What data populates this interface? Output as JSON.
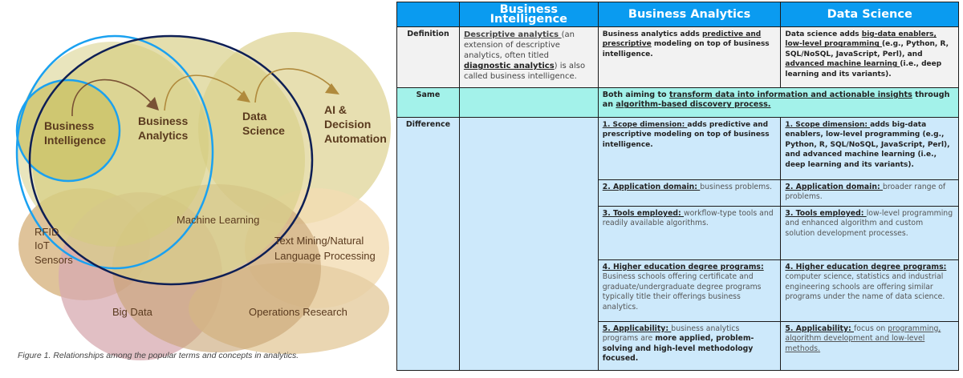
{
  "diagram": {
    "labels": {
      "business_intelligence": [
        "Business",
        "Intelligence"
      ],
      "business_analytics": [
        "Business",
        "Analytics"
      ],
      "data_science": [
        "Data",
        "Science"
      ],
      "ai_decision_automation": [
        "AI &",
        "Decision",
        "Automation"
      ],
      "machine_learning": "Machine Learning",
      "rfid_iot_sensors": [
        "RFID",
        "IoT",
        "Sensors"
      ],
      "text_mining": [
        "Text Mining/Natural",
        "Language Processing"
      ],
      "big_data": "Big Data",
      "operations_research": "Operations Research"
    },
    "colors": {
      "bi_circle_stroke": "#1aa1f0",
      "ba_circle_stroke": "#1aa1f0",
      "ds_ellipse_stroke": "#0e1f55",
      "label_text": "#5a3a1e"
    },
    "caption": "Figure 1. Relationships among the popular terms and concepts in analytics."
  },
  "table": {
    "headers": [
      "",
      "Business Intelligence",
      "Business Analytics",
      "Data Science"
    ],
    "definition": {
      "label": "Definition",
      "bi": {
        "p1": "Descriptive analytics ",
        "p2": "(an extension of descriptive analytics, often titled ",
        "p3": "diagnostic analytics",
        "p4": ") is also called business intelligence."
      },
      "ba": {
        "p1": "Business analytics adds ",
        "p2": "predictive and prescriptive",
        "p3": " modeling on top of business intelligence."
      },
      "ds": {
        "p1": "Data science adds ",
        "p2": "big-data enablers, low-level programming ",
        "p3": "(e.g., Python, R, SQL/NoSQL, JavaScript, Perl), and ",
        "p4": "advanced machine learning ",
        "p5": "(i.e., deep learning and its variants)."
      }
    },
    "same": {
      "label": "Same",
      "p1": "Both aiming to ",
      "p2": "transform data into information and actionable insights",
      "p3": " through an ",
      "p4": "algorithm-based discovery process."
    },
    "difference": {
      "label": "Difference",
      "rows": [
        {
          "ba_head": "1. Scope dimension: ",
          "ba_body": "adds predictive and prescriptive modeling on top of business intelligence.",
          "ds_head": "1. Scope dimension: ",
          "ds_body": "adds big-data enablers, low-level programming (e.g., Python, R, SQL/NoSQL, JavaScript, Perl), and advanced machine learning (i.e., deep learning and its variants)."
        },
        {
          "ba_head": "2. Application domain: ",
          "ba_body": "business problems.",
          "ds_head": "2. Application domain: ",
          "ds_body": "broader range of problems."
        },
        {
          "ba_head": "3. Tools employed: ",
          "ba_body": "workflow-type tools and readily available algorithms.",
          "ds_head": "3. Tools employed: ",
          "ds_body": "low-level programming and enhanced algorithm and custom solution development processes."
        },
        {
          "ba_head": "4. Higher education degree programs:",
          "ba_body": "Business schools offering certificate and graduate/undergraduate degree programs typically title their offerings business analytics.",
          "ds_head": "4. Higher education degree programs: ",
          "ds_body": "computer science, statistics and industrial engineering schools are offering similar programs under the name of data science."
        },
        {
          "ba_head": "5. Applicability: ",
          "ba_body": "business analytics programs are ",
          "ba_bold": "more applied, problem-solving and high-level methodology focused.",
          "ds_head": "5. Applicability: ",
          "ds_body": "focus on ",
          "ds_ul": "programming, algorithm development and low-level methods."
        }
      ]
    },
    "colors": {
      "header_bg": "#0a9bf0",
      "definition_bg": "#f2f2f2",
      "same_bg": "#a3f2ea",
      "difference_bg": "#cde9fb"
    }
  }
}
